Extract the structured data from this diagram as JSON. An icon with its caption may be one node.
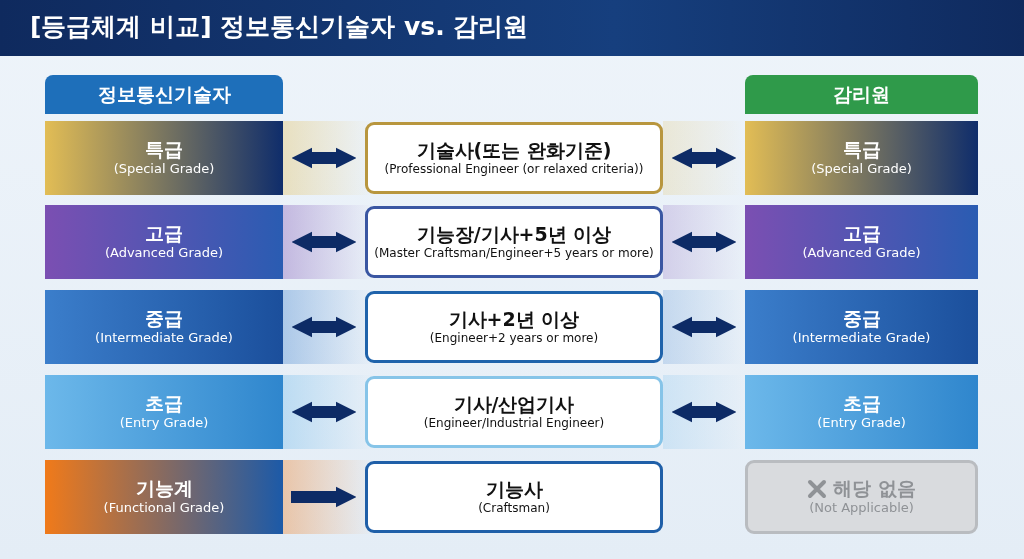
{
  "diagram": {
    "title": "[등급체계 비교] 정보통신기술자 vs. 감리원",
    "nodes": [
      {
        "text": [
          "정보통신기술자"
        ]
      },
      {
        "text": [
          "감리원"
        ]
      },
      {
        "text": [
          "특급",
          "(Special Grade)"
        ]
      },
      {
        "text": [
          "기술사(또는 완화기준)",
          "(Professional Engineer (or relaxed criteria))"
        ]
      },
      {
        "text": [
          "특급",
          "(Special Grade)"
        ]
      },
      {
        "text": [
          "고급",
          "(Advanced Grade)"
        ]
      },
      {
        "text": [
          "기능장/기사+5년 이상",
          "(Master Craftsman/Engineer+5 years or more)"
        ]
      },
      {
        "text": [
          "고급",
          "(Advanced Grade)"
        ]
      },
      {
        "text": [
          "중급",
          "(Intermediate Grade)"
        ]
      },
      {
        "text": [
          "기사+2년 이상",
          "(Engineer+2 years or more)"
        ]
      },
      {
        "text": [
          "중급",
          "(Intermediate Grade)"
        ]
      },
      {
        "text": [
          "초급",
          "(Entry Grade)"
        ]
      },
      {
        "text": [
          "기사/산업기사",
          "(Engineer/Industrial Engineer)"
        ]
      },
      {
        "text": [
          "초급",
          "(Entry Grade)"
        ]
      },
      {
        "text": [
          "기능계",
          "(Functional Grade)"
        ]
      },
      {
        "text": [
          "기능사",
          "(Craftsman)"
        ]
      },
      {
        "text": [
          "해당 없음",
          "(Not Applicable)"
        ]
      }
    ],
    "edges": [
      {
        "from": 2,
        "to": 3,
        "arrow": "both"
      },
      {
        "from": 3,
        "to": 4,
        "arrow": "both"
      },
      {
        "from": 5,
        "to": 6,
        "arrow": "both"
      },
      {
        "from": 6,
        "to": 7,
        "arrow": "both"
      },
      {
        "from": 8,
        "to": 9,
        "arrow": "both"
      },
      {
        "from": 9,
        "to": 10,
        "arrow": "both"
      },
      {
        "from": 11,
        "to": 12,
        "arrow": "both"
      },
      {
        "from": 12,
        "to": 13,
        "arrow": "both"
      },
      {
        "from": 14,
        "to": 15,
        "arrow": "to"
      }
    ]
  }
}
